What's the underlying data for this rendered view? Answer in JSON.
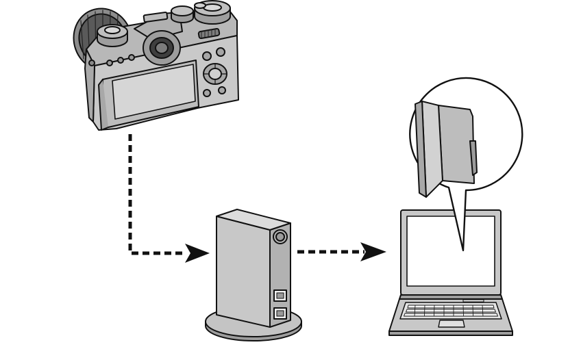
{
  "diagram": {
    "nodes": [
      {
        "id": "camera",
        "icon": "camera-icon"
      },
      {
        "id": "router",
        "icon": "wireless-router-icon"
      },
      {
        "id": "computer",
        "icon": "laptop-icon"
      },
      {
        "id": "destination-folder",
        "icon": "folder-icon"
      }
    ],
    "edges": [
      {
        "from": "camera",
        "to": "router",
        "style": "dashed-arrow"
      },
      {
        "from": "router",
        "to": "computer",
        "style": "dashed-arrow"
      }
    ],
    "colors": {
      "stroke": "#111111",
      "fill_gray": "#c8c8c8",
      "fill_light": "#e6e6e6",
      "fill_dark": "#9a9a9a",
      "screen": "#ffffff",
      "background": "#ffffff"
    }
  }
}
